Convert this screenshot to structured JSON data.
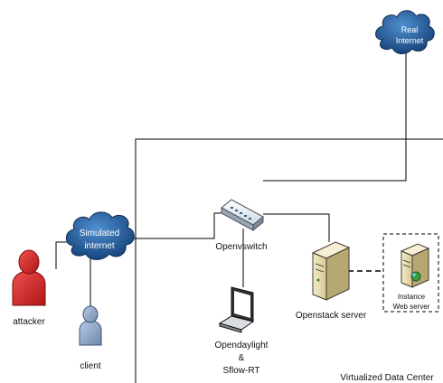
{
  "nodes": {
    "real_internet": {
      "line1": "Real",
      "line2": "Internet"
    },
    "simulated_internet": {
      "line1": "Simulated",
      "line2": "internet"
    },
    "openvswitch": {
      "label": "Openvswitch"
    },
    "openstack_server": {
      "label": "Openstack server"
    },
    "instance": {
      "line1": "Instance",
      "line2": "Web server"
    },
    "controller": {
      "line1": "Opendaylight",
      "line2": "&",
      "line3": "Sflow-RT"
    },
    "attacker": {
      "label": "attacker"
    },
    "client": {
      "label": "client"
    }
  },
  "region": {
    "label": "Virtualized Data Center"
  },
  "colors": {
    "cloud": "#1f5a9c",
    "attacker": "#d42a2a",
    "client": "#8fa9c9",
    "line": "#000000"
  }
}
